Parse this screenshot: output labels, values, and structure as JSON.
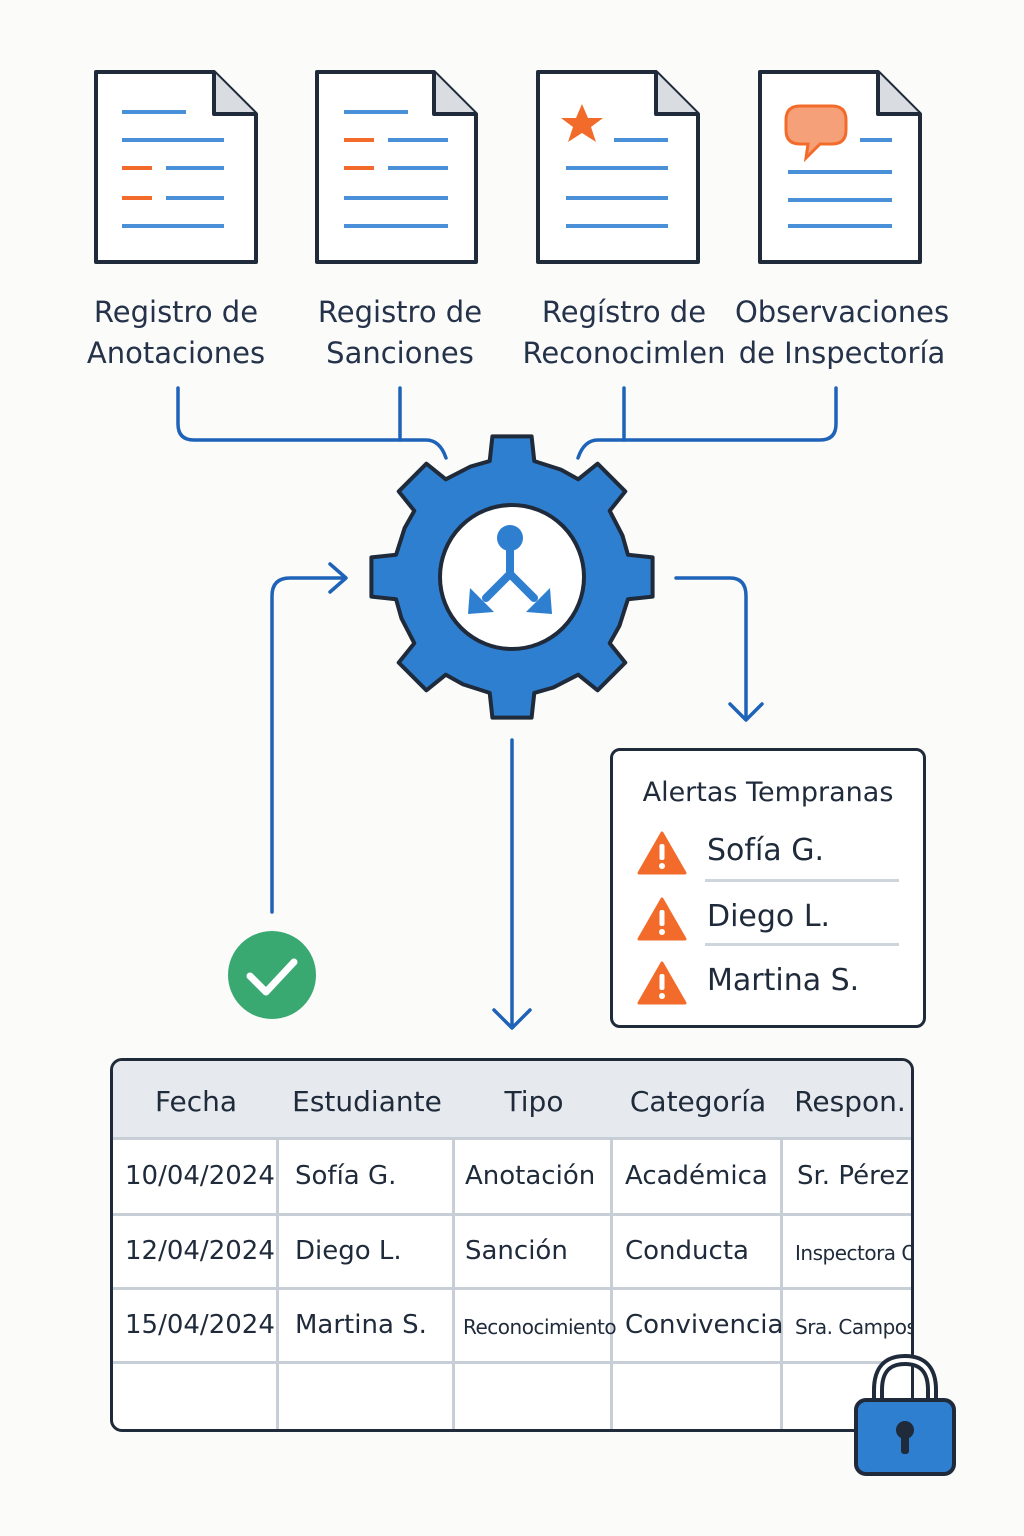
{
  "sources": [
    {
      "line1": "Registro de",
      "line2": "Anotaciones"
    },
    {
      "line1": "Registro de",
      "line2": "Sanciones"
    },
    {
      "line1": "Regístro de",
      "line2": "Reconocimlen"
    },
    {
      "line1": "Observaciones",
      "line2": "de Inspectoría"
    }
  ],
  "alerts": {
    "title": "Alertas Tempranas",
    "items": [
      "Sofía G.",
      "Diego L.",
      "Martina S."
    ]
  },
  "table": {
    "headers": [
      "Fecha",
      "Estudiante",
      "Tipo",
      "Categoría",
      "Respon."
    ],
    "rows": [
      [
        "10/04/2024",
        "Sofía G.",
        "Anotación",
        "Académica",
        "Sr. Pérez"
      ],
      [
        "12/04/2024",
        "Diego L.",
        "Sanción",
        "Conducta",
        "Inspectora O"
      ],
      [
        "15/04/2024",
        "Martina S.",
        "Reconocimiento",
        "Convivencia",
        "Sra. Campos"
      ]
    ]
  },
  "colors": {
    "gear": "#2f7fd0",
    "connector": "#1e63b8",
    "doc_line_blue": "#4a90d9",
    "doc_accent_orange": "#f26b2a",
    "alert_orange": "#f26b2a",
    "check_green": "#3aa871",
    "lock_blue": "#2f7fd0"
  },
  "icons": [
    "document-icon",
    "star-icon",
    "speech-bubble-icon",
    "gear-icon",
    "branch-arrows-icon",
    "warning-icon",
    "check-icon",
    "lock-icon"
  ]
}
